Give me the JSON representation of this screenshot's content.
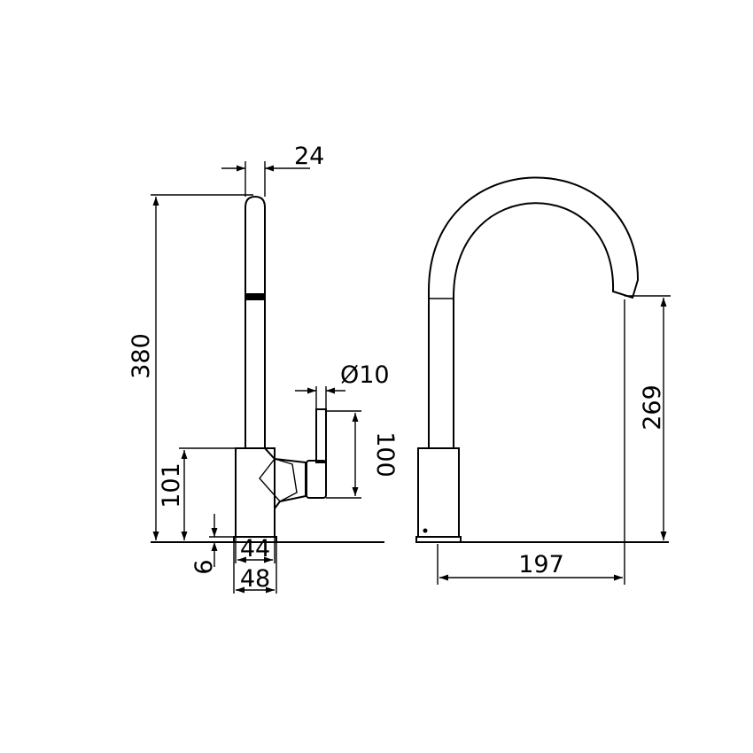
{
  "dimensions": {
    "spout_width": "24",
    "total_height": "380",
    "lever_diameter": "Ø10",
    "lever_height": "100",
    "body_height": "101",
    "base_height": "6",
    "base_inner_width": "44",
    "base_outer_width": "48",
    "spout_outlet_height": "269",
    "spout_reach": "197"
  },
  "colors": {
    "line": "#000000",
    "background": "#ffffff"
  }
}
